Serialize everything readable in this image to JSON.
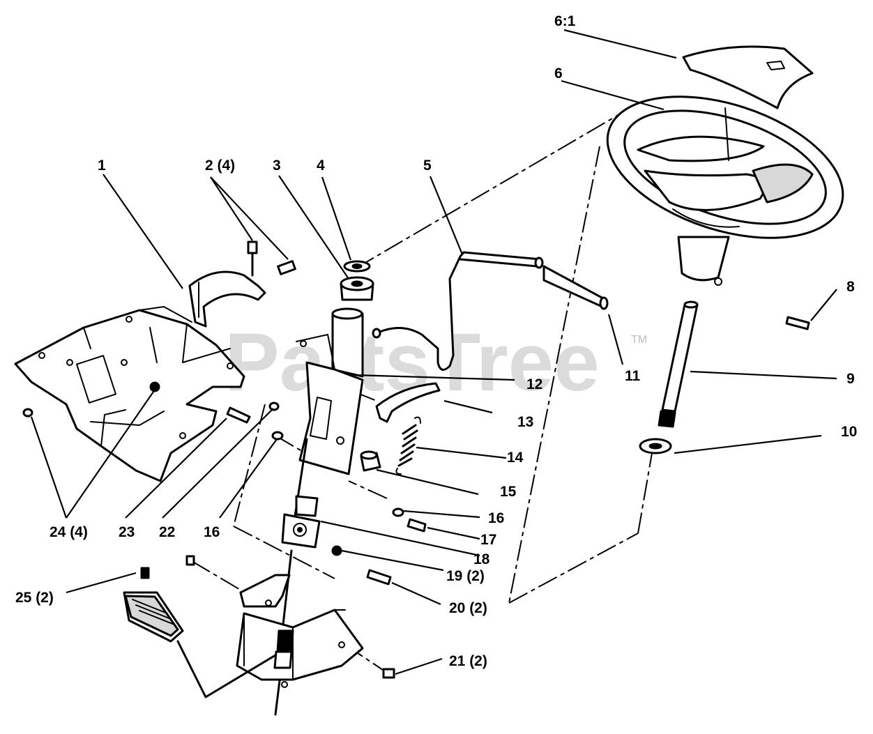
{
  "watermark": {
    "text": "PartsTree",
    "trademark": "TM"
  },
  "caption": "",
  "callouts": {
    "c1": "1",
    "c2": "2 (4)",
    "c3": "3",
    "c4": "4",
    "c5": "5",
    "c6_1": "6:1",
    "c6": "6",
    "c8": "8",
    "c9": "9",
    "c10": "10",
    "c11": "11",
    "c12": "12",
    "c13": "13",
    "c14": "14",
    "c15": "15",
    "c16a": "16",
    "c16b": "16",
    "c17": "17",
    "c18": "18",
    "c19": "19 (2)",
    "c20": "20 (2)",
    "c21": "21 (2)",
    "c22": "22",
    "c23": "23",
    "c24": "24 (4)",
    "c25": "25 (2)"
  },
  "colors": {
    "ink": "#000000",
    "watermark": "#cfcfcf",
    "background": "#ffffff"
  }
}
